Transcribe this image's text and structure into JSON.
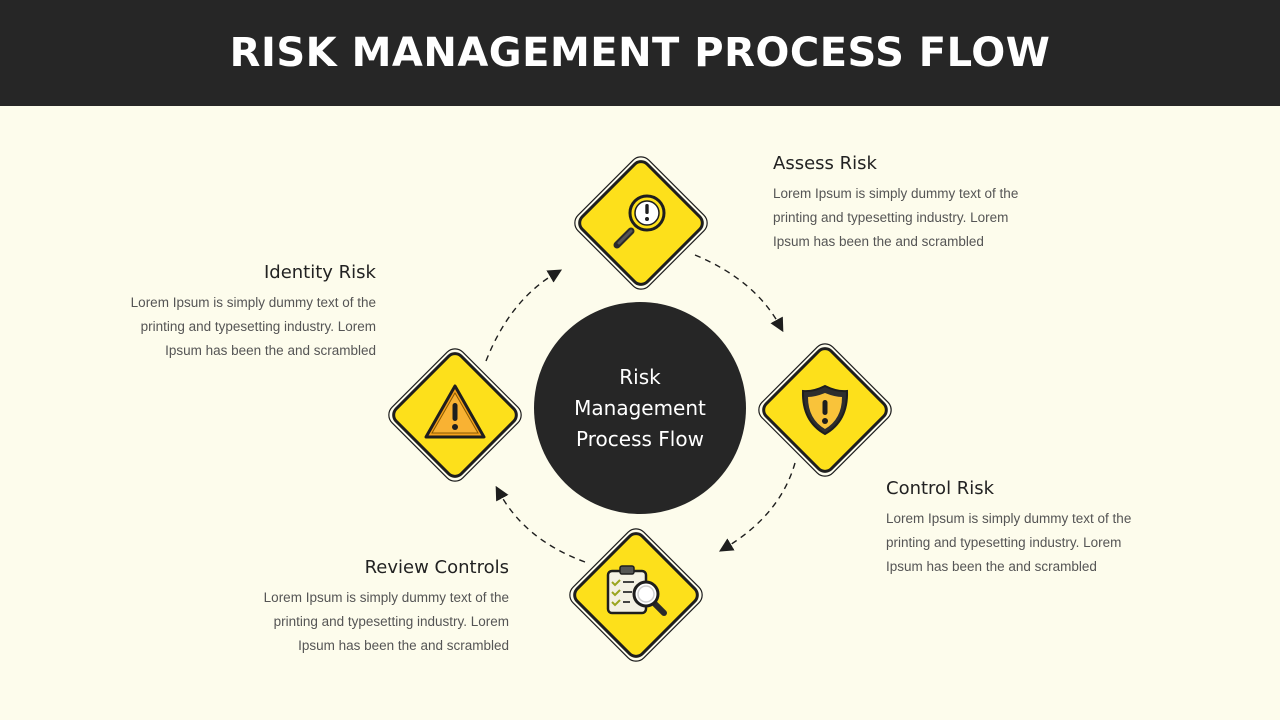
{
  "header": {
    "title": "RISK MANAGEMENT PROCESS FLOW"
  },
  "center": {
    "line1": "Risk",
    "line2": "Management",
    "line3": "Process Flow"
  },
  "steps": [
    {
      "title": "Assess Risk",
      "icon": "magnifier-alert-icon",
      "lines": [
        "Lorem Ipsum is simply dummy text of the",
        "printing and typesetting industry. Lorem",
        "Ipsum has been the and scrambled"
      ]
    },
    {
      "title": "Control Risk",
      "icon": "shield-alert-icon",
      "lines": [
        "Lorem Ipsum is simply dummy text of the",
        "printing and typesetting industry. Lorem",
        "Ipsum has been the and scrambled"
      ]
    },
    {
      "title": "Review Controls",
      "icon": "clipboard-search-icon",
      "lines": [
        "Lorem Ipsum is simply dummy text of the",
        "printing and typesetting industry. Lorem",
        "Ipsum has been the and scrambled"
      ]
    },
    {
      "title": "Identity Risk",
      "icon": "warning-triangle-icon",
      "lines": [
        "Lorem Ipsum is simply dummy text of the",
        "printing and typesetting industry. Lorem",
        "Ipsum has been the and scrambled"
      ]
    }
  ],
  "colors": {
    "header_bg": "#262626",
    "page_bg": "#fdfcec",
    "diamond_fill": "#fde01b",
    "diamond_border": "#1e1e1e",
    "circle_fill": "#262626",
    "icon_orange": "#f7a21b"
  }
}
